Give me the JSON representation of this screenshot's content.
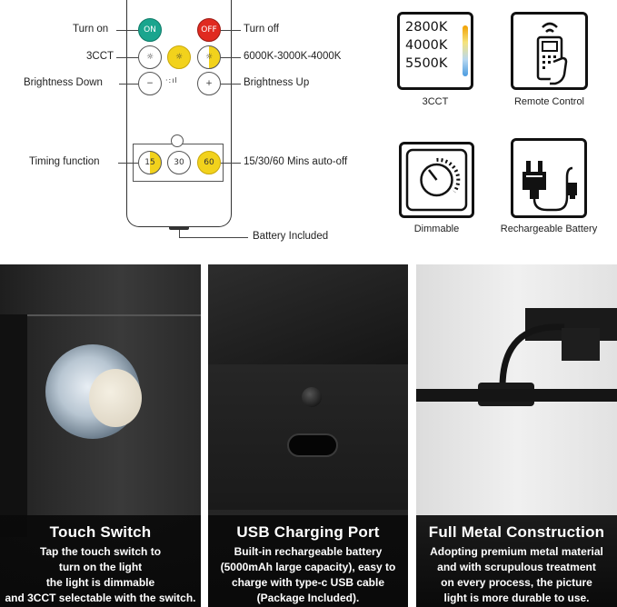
{
  "remote": {
    "on_btn": "ON",
    "off_btn": "OFF",
    "timer_btns": [
      "15",
      "30",
      "60"
    ],
    "labels": {
      "turn_on": "Turn on",
      "turn_off": "Turn off",
      "cct": "3CCT",
      "cct_values": "6000K-3000K-4000K",
      "brightness_down": "Brightness Down",
      "brightness_up": "Brightness Up",
      "timing": "Timing function",
      "auto_off": "15/30/60 Mins auto-off",
      "battery": "Battery Included"
    }
  },
  "features": [
    {
      "caption": "3CCT",
      "icon": "color-temperature-icon",
      "values": [
        "2800K",
        "4000K",
        "5500K"
      ]
    },
    {
      "caption": "Remote Control",
      "icon": "remote-control-icon"
    },
    {
      "caption": "Dimmable",
      "icon": "dimmer-dial-icon"
    },
    {
      "caption": "Rechargeable Battery",
      "icon": "usb-plug-icon"
    }
  ],
  "panels": [
    {
      "title": "Touch Switch",
      "text": "Tap the touch switch to\nturn on the light\nthe light is dimmable\nand 3CCT selectable with the switch."
    },
    {
      "title": "USB Charging Port",
      "text": "Built-in rechargeable battery\n(5000mAh large capacity), easy to\ncharge with type-c USB cable\n(Package Included)."
    },
    {
      "title": "Full Metal Construction",
      "text": "Adopting premium metal material\nand with scrupulous treatment\non every process, the picture\nlight is more durable to use."
    }
  ],
  "colors": {
    "on": "#1aa58e",
    "off": "#e02a20",
    "warm": "#f2d21c",
    "panel_bg": "#0a0a0a"
  }
}
